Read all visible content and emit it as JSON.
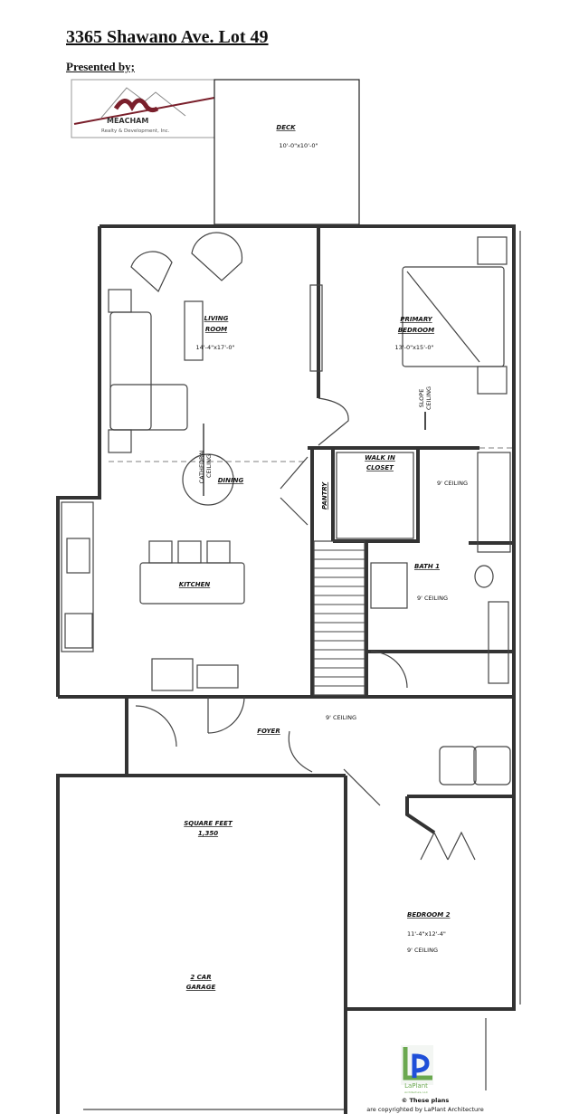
{
  "header": {
    "title": "3365 Shawano Ave. Lot 49",
    "presented_by": "Presented by;"
  },
  "presenter_logo": {
    "name": "MEACHAM",
    "tagline": "Realty & Development, Inc.",
    "brand_color": "#7a1f2b"
  },
  "rooms": {
    "deck": {
      "label": "DECK",
      "dims": "10'-0\"x10'-0\""
    },
    "living": {
      "label1": "LIVING",
      "label2": "ROOM",
      "dims": "14'-4\"x17'-0\""
    },
    "primary": {
      "label1": "PRIMARY",
      "label2": "BEDROOM",
      "dims": "13'-0\"x15'-0\""
    },
    "slope": {
      "line1": "SLOPE",
      "line2": "CEILING"
    },
    "cathedral": {
      "line1": "CATHEDRAL",
      "line2": "CEILING"
    },
    "dining": {
      "label": "DINING"
    },
    "pantry": {
      "label": "PANTRY"
    },
    "closet": {
      "label1": "WALK IN",
      "label2": "CLOSET",
      "ceiling": "9' CEILING"
    },
    "kitchen": {
      "label": "KITCHEN"
    },
    "bath": {
      "label": "BATH 1",
      "ceiling": "9' CEILING"
    },
    "foyer": {
      "label": "FOYER",
      "ceiling": "9' CEILING"
    },
    "sqft": {
      "label": "SQUARE FEET",
      "value": "1,350"
    },
    "garage": {
      "label1": "2 CAR",
      "label2": "GARAGE"
    },
    "bedroom2": {
      "label": "BEDROOM 2",
      "dims": "11'-4\"x12'-4\"",
      "ceiling": "9' CEILING"
    }
  },
  "architect_logo": {
    "name": "LaPlant",
    "subtitle": "Architecture, LLC",
    "copyright1": "© These plans",
    "copyright2": "are copyrighted by LaPlant Architecture",
    "green": "#6aa84f",
    "blue": "#1f4fd8"
  }
}
